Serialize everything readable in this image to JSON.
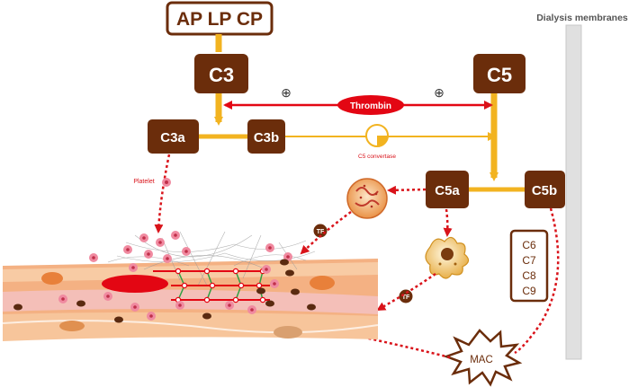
{
  "pathways_label": "AP LP CP",
  "c3_label": "C3",
  "c5_label": "C5",
  "thrombin_label": "Thrombin",
  "plus_symbol": "⊕",
  "c3a_label": "C3a",
  "c3b_label": "C3b",
  "c5_convertase_label": "C5 convertase",
  "c5a_label": "C5a",
  "c5b_label": "C5b",
  "platelet_label": "Platelet",
  "tf_label": "TF",
  "terminal_components": [
    "C6",
    "C7",
    "C8",
    "C9"
  ],
  "mac_label": "MAC",
  "membrane_label": "Dialysis membranes",
  "colors": {
    "box_fill": "#6b2d0b",
    "box_text": "#ffffff",
    "arrow_gold": "#f2b320",
    "thrombin_red": "#e30613",
    "dotted_red": "#d9131a",
    "platelet_pink": "#f08aa0",
    "tissue_pink": "#f3c2c2",
    "membrane_gray": "#e0e0e0"
  }
}
